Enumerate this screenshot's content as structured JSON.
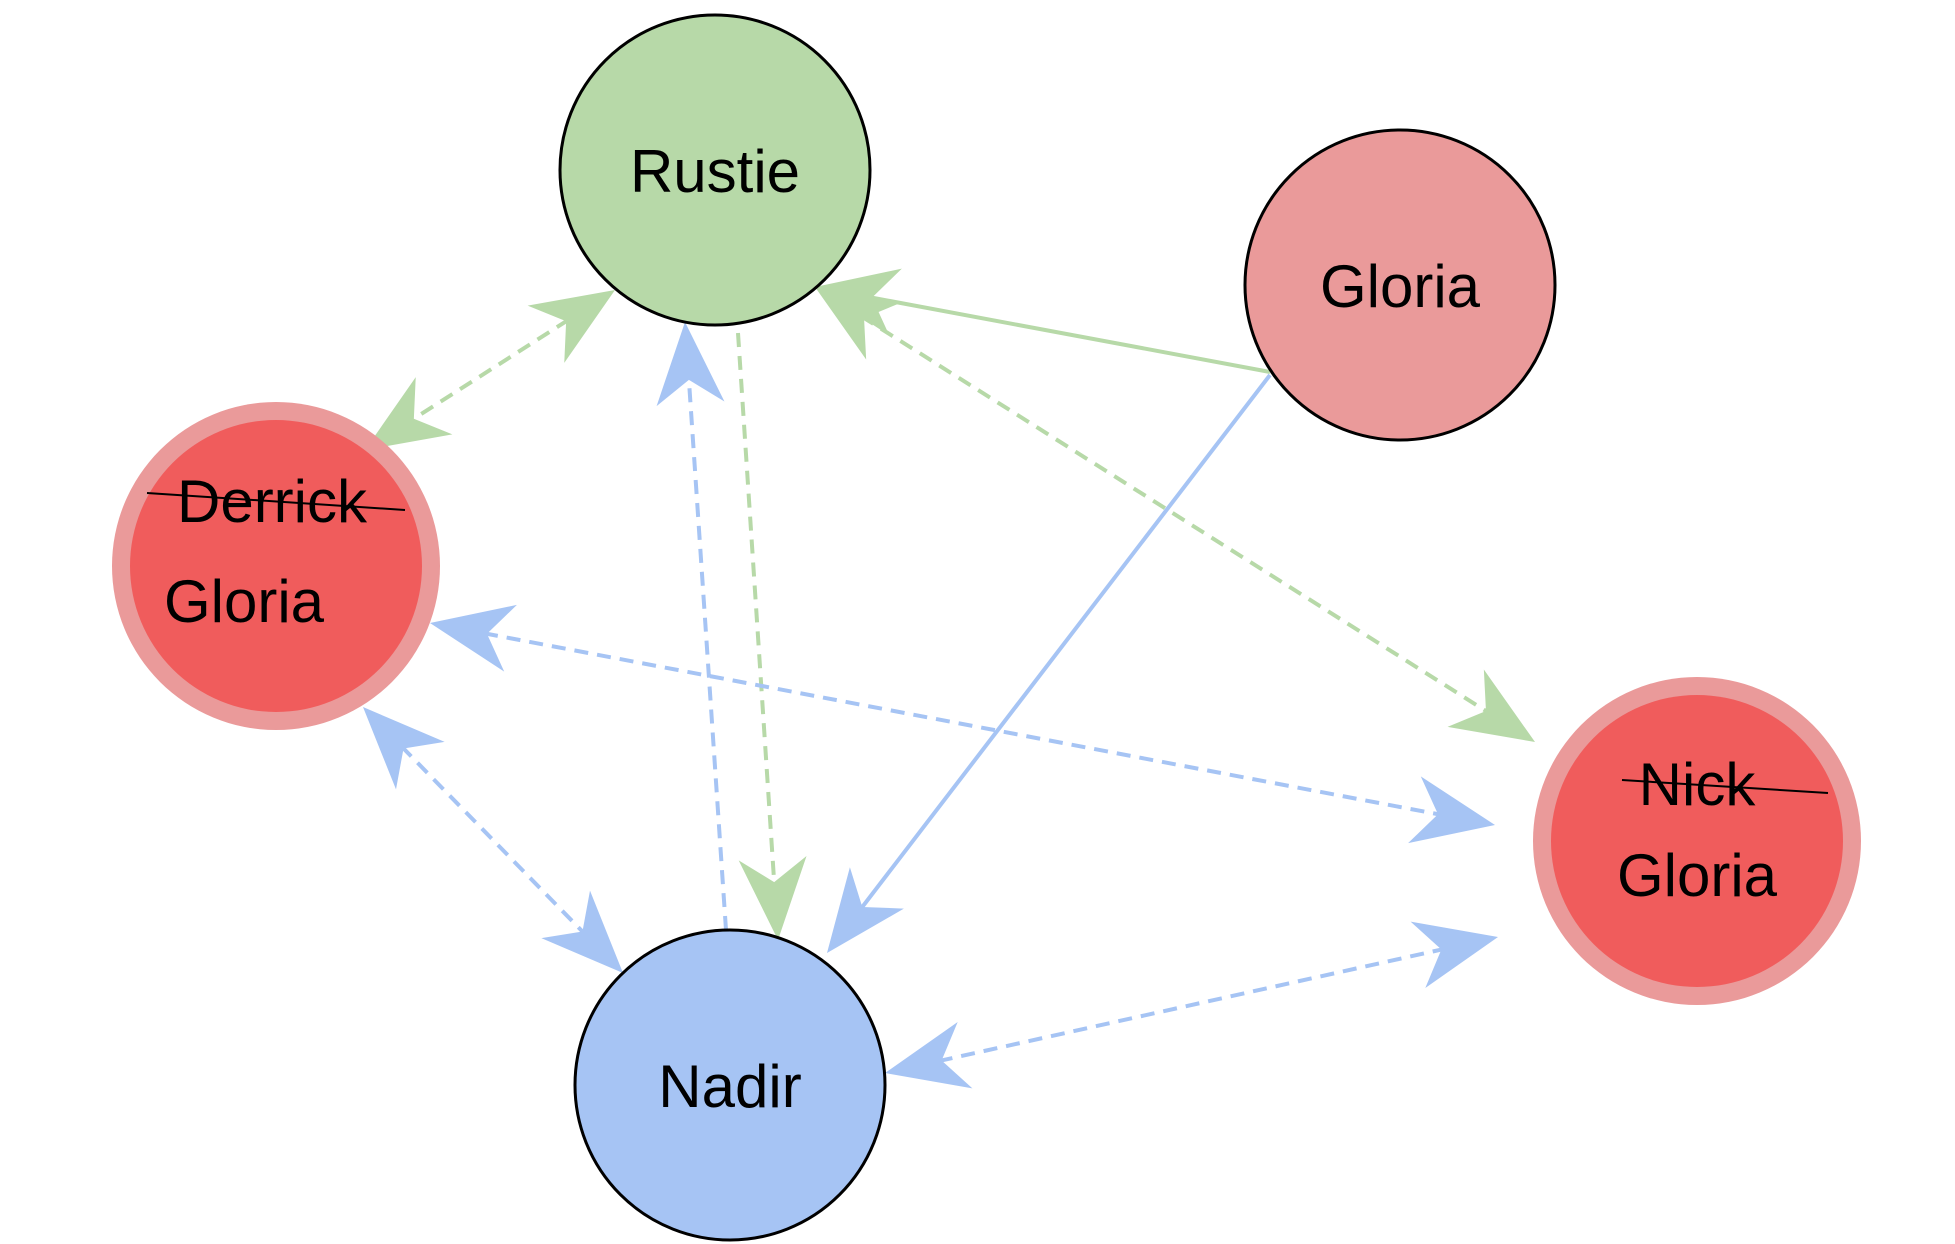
{
  "colors": {
    "green": "#b7d9a8",
    "blue": "#a6c4f4",
    "red_light": "#ea9a9a",
    "red_dark": "#f05c5c",
    "outline": "#000000"
  },
  "nodes": {
    "rustie": {
      "label": "Rustie"
    },
    "gloria": {
      "label": "Gloria"
    },
    "derrick_gloria": {
      "struck_label": "Derrick",
      "label": "Gloria"
    },
    "nick_gloria": {
      "struck_label": "Nick",
      "label": "Gloria"
    },
    "nadir": {
      "label": "Nadir"
    }
  },
  "edges": [
    {
      "from": "rustie",
      "to": "derrick_gloria",
      "color": "green",
      "style": "dashed",
      "direction": "both"
    },
    {
      "from": "gloria",
      "to": "rustie",
      "color": "green",
      "style": "solid",
      "direction": "forward"
    },
    {
      "from": "rustie",
      "to": "nick_gloria",
      "color": "green",
      "style": "dashed",
      "direction": "both"
    },
    {
      "from": "rustie",
      "to": "nadir",
      "color": "green",
      "style": "dashed",
      "direction": "forward"
    },
    {
      "from": "nadir",
      "to": "rustie",
      "color": "blue",
      "style": "dashed",
      "direction": "forward"
    },
    {
      "from": "gloria",
      "to": "nadir",
      "color": "blue",
      "style": "solid",
      "direction": "forward"
    },
    {
      "from": "derrick_gloria",
      "to": "nick_gloria",
      "color": "blue",
      "style": "dashed",
      "direction": "both"
    },
    {
      "from": "derrick_gloria",
      "to": "nadir",
      "color": "blue",
      "style": "dashed",
      "direction": "both"
    },
    {
      "from": "nadir",
      "to": "nick_gloria",
      "color": "blue",
      "style": "dashed",
      "direction": "both"
    }
  ]
}
